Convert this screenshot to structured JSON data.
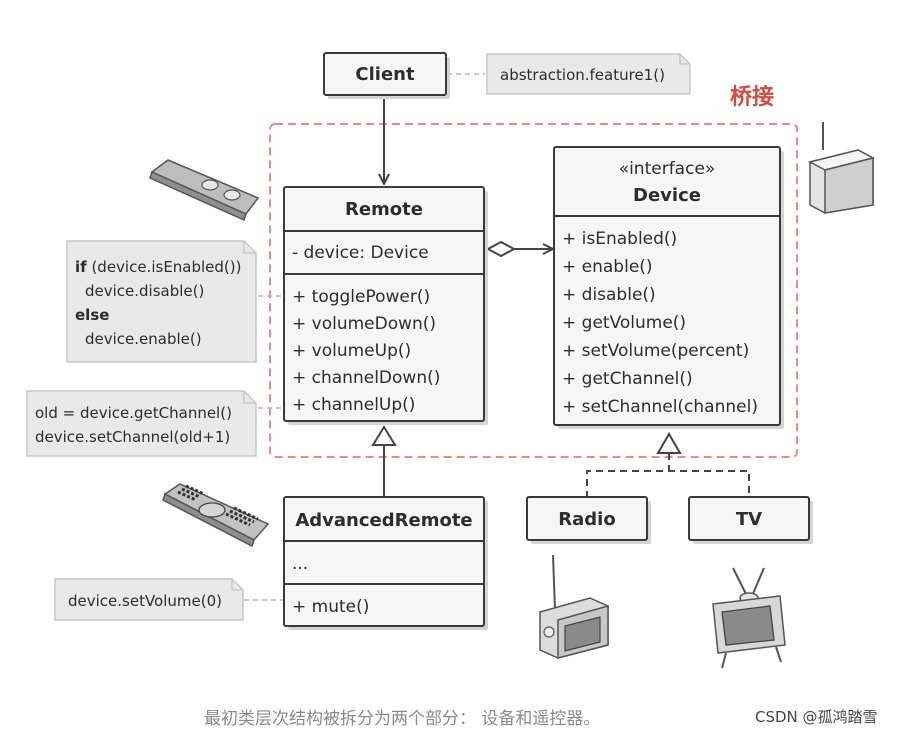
{
  "bridge_label": "桥接",
  "classes": {
    "client": {
      "title": "Client"
    },
    "remote": {
      "title": "Remote",
      "field": "- device: Device",
      "methods": [
        "+ togglePower()",
        "+ volumeDown()",
        "+ volumeUp()",
        "+ channelDown()",
        "+ channelUp()"
      ]
    },
    "device": {
      "stereotype": "«interface»",
      "title": "Device",
      "methods": [
        "+ isEnabled()",
        "+ enable()",
        "+ disable()",
        "+ getVolume()",
        "+ setVolume(percent)",
        "+ getChannel()",
        "+ setChannel(channel)"
      ]
    },
    "advanced": {
      "title": "AdvancedRemote",
      "field": "...",
      "method": "+ mute()"
    },
    "radio": {
      "title": "Radio"
    },
    "tv": {
      "title": "TV"
    }
  },
  "notes": {
    "client_note": "abstraction.feature1()",
    "toggle": {
      "kw_if": "if",
      "line1": " (device.isEnabled())",
      "line2": "device.disable()",
      "kw_else": "else",
      "line4": "device.enable()"
    },
    "channel": {
      "line1": "old = device.getChannel()",
      "line2": "device.setChannel(old+1)"
    },
    "mute": "device.setVolume(0)"
  },
  "caption": "最初类层次结构被拆分为两个部分： 设备和遥控器。",
  "watermark": "CSDN @孤鸿踏雪",
  "icons": [
    "remote-control-icon",
    "advanced-remote-icon",
    "device-box-icon",
    "radio-icon",
    "tv-icon"
  ]
}
